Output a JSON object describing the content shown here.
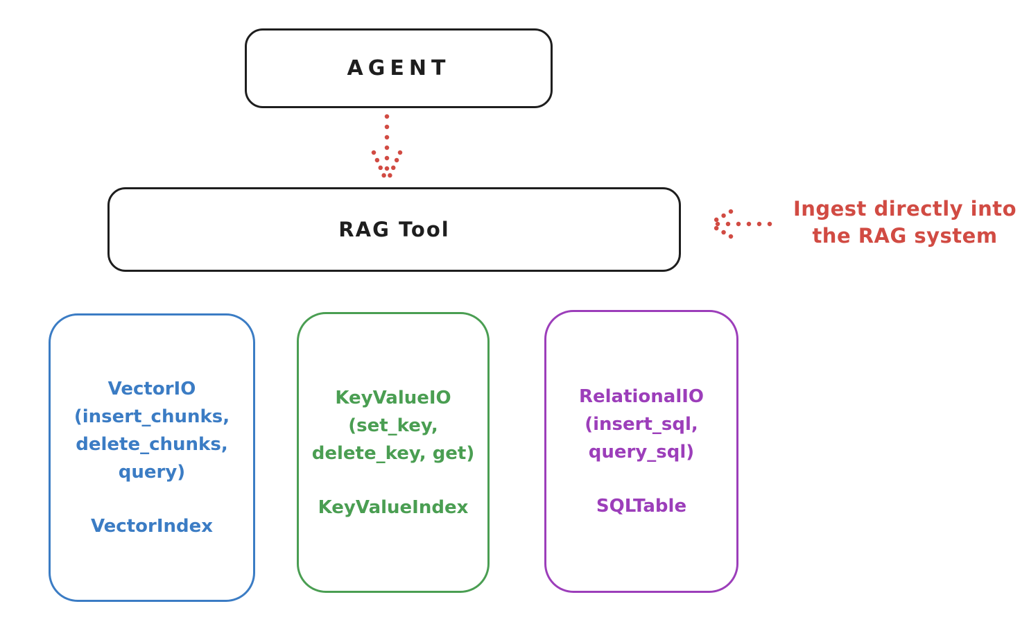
{
  "diagram": {
    "agent_box": {
      "label": "AGENT"
    },
    "rag_tool_box": {
      "label": "RAG Tool"
    },
    "agent_to_rag_arrow": {
      "style": "dotted",
      "direction": "down",
      "color": "#d14b43"
    },
    "annotation": {
      "line1": "Ingest directly into",
      "line2": "the RAG system",
      "arrow_direction": "left",
      "color": "#d14b43"
    },
    "io_boxes": [
      {
        "id": "vector-io",
        "color": "#3b7cc4",
        "lines": [
          "VectorIO",
          "(insert_chunks,",
          "delete_chunks,",
          "query)"
        ],
        "index_label": "VectorIndex"
      },
      {
        "id": "keyvalue-io",
        "color": "#4a9e52",
        "lines": [
          "KeyValueIO",
          "(set_key,",
          "delete_key, get)"
        ],
        "index_label": "KeyValueIndex"
      },
      {
        "id": "relational-io",
        "color": "#9c3eba",
        "lines": [
          "RelationalIO",
          "(insert_sql,",
          "query_sql)"
        ],
        "index_label": "SQLTable"
      }
    ],
    "colors": {
      "stroke_black": "#1e1e1e",
      "red": "#d14b43",
      "blue": "#3b7cc4",
      "green": "#4a9e52",
      "purple": "#9c3eba",
      "background": "#ffffff"
    }
  }
}
